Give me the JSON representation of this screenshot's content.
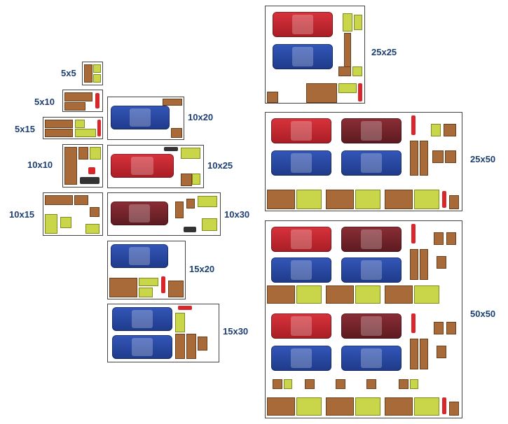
{
  "units": [
    {
      "id": "5x5",
      "label": "5x5"
    },
    {
      "id": "5x10",
      "label": "5x10"
    },
    {
      "id": "5x15",
      "label": "5x15"
    },
    {
      "id": "10x10",
      "label": "10x10"
    },
    {
      "id": "10x15",
      "label": "10x15"
    },
    {
      "id": "10x20",
      "label": "10x20"
    },
    {
      "id": "10x25",
      "label": "10x25"
    },
    {
      "id": "10x30",
      "label": "10x30"
    },
    {
      "id": "15x20",
      "label": "15x20"
    },
    {
      "id": "15x30",
      "label": "15x30"
    },
    {
      "id": "25x25",
      "label": "25x25"
    },
    {
      "id": "25x50",
      "label": "25x50"
    },
    {
      "id": "50x50",
      "label": "50x50"
    }
  ],
  "colors": {
    "label": "#1d3f72",
    "car_blue": "#1e3a8a",
    "car_red": "#c4262e",
    "car_maroon": "#6e1f26",
    "crate": "#a86a38",
    "bin": "#c9d64a"
  }
}
